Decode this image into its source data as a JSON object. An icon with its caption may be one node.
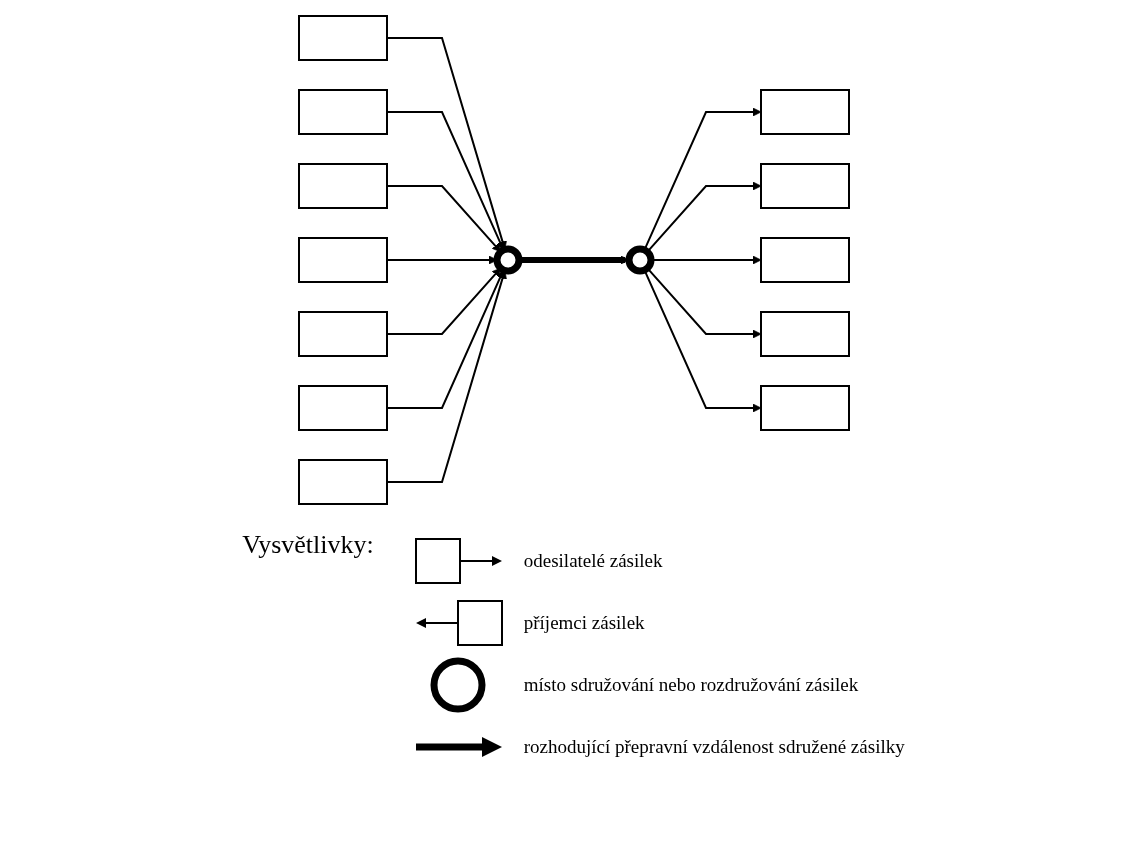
{
  "diagram": {
    "nodes": [
      {
        "text": [],
        "shape": "box"
      },
      {
        "text": [],
        "shape": "box"
      },
      {
        "text": [],
        "shape": "box"
      },
      {
        "text": [],
        "shape": "box"
      },
      {
        "text": [],
        "shape": "box"
      },
      {
        "text": [],
        "shape": "circle"
      },
      {
        "text": [],
        "shape": "box"
      },
      {
        "text": [],
        "shape": "box"
      },
      {
        "text": [],
        "shape": "box"
      },
      {
        "text": [],
        "shape": "box"
      },
      {
        "text": [],
        "shape": "circle"
      },
      {
        "text": [],
        "shape": "box"
      },
      {
        "text": [],
        "shape": "box"
      },
      {
        "text": [],
        "shape": "box"
      }
    ],
    "edges": [
      {
        "from": 0,
        "to": 5,
        "arrow": "to"
      },
      {
        "from": 1,
        "to": 5,
        "arrow": "to"
      },
      {
        "from": 2,
        "to": 5,
        "arrow": "to"
      },
      {
        "from": 3,
        "to": 5,
        "arrow": "to"
      },
      {
        "from": 4,
        "to": 5,
        "arrow": "to"
      },
      {
        "from": 6,
        "to": 5,
        "arrow": "to"
      },
      {
        "from": 7,
        "to": 5,
        "arrow": "to"
      },
      {
        "from": 5,
        "to": 10,
        "arrow": "to",
        "style": "thick"
      },
      {
        "from": 10,
        "to": 8,
        "arrow": "to"
      },
      {
        "from": 10,
        "to": 9,
        "arrow": "to"
      },
      {
        "from": 10,
        "to": 11,
        "arrow": "to"
      },
      {
        "from": 10,
        "to": 12,
        "arrow": "to"
      },
      {
        "from": 10,
        "to": 13,
        "arrow": "to"
      }
    ],
    "labels": [
      "Vysvětlivky:"
    ],
    "legend": [
      {
        "text": "odesilatelé zásilek"
      },
      {
        "text": "příjemci zásilek"
      },
      {
        "text": "místo sdružování nebo rozdružování zásilek"
      },
      {
        "text": "rozhodující přepravní vzdálenost sdružené zásilky"
      }
    ]
  }
}
